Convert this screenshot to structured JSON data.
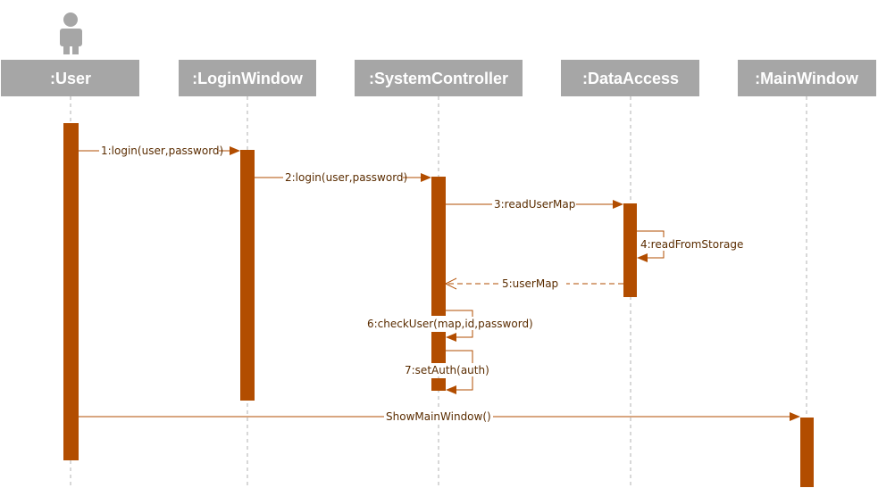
{
  "participants": [
    {
      "id": "user",
      "label": ":User",
      "is_actor": true
    },
    {
      "id": "loginwindow",
      "label": ":LoginWindow"
    },
    {
      "id": "systemcontroller",
      "label": ":SystemController"
    },
    {
      "id": "dataaccess",
      "label": ":DataAccess"
    },
    {
      "id": "mainwindow",
      "label": ":MainWindow"
    }
  ],
  "messages": [
    {
      "id": "m1",
      "label": "1:login(user,password)",
      "from": "user",
      "to": "loginwindow",
      "kind": "sync"
    },
    {
      "id": "m2",
      "label": "2:login(user,password)",
      "from": "loginwindow",
      "to": "systemcontroller",
      "kind": "sync"
    },
    {
      "id": "m3",
      "label": "3:readUserMap",
      "from": "systemcontroller",
      "to": "dataaccess",
      "kind": "sync"
    },
    {
      "id": "m4",
      "label": "4:readFromStorage",
      "from": "dataaccess",
      "to": "dataaccess",
      "kind": "self"
    },
    {
      "id": "m5",
      "label": "5:userMap",
      "from": "dataaccess",
      "to": "systemcontroller",
      "kind": "return"
    },
    {
      "id": "m6",
      "label": "6:checkUser(map,id,password)",
      "from": "systemcontroller",
      "to": "systemcontroller",
      "kind": "self"
    },
    {
      "id": "m7",
      "label": "7:setAuth(auth)",
      "from": "systemcontroller",
      "to": "systemcontroller",
      "kind": "self"
    },
    {
      "id": "m8",
      "label": "ShowMainWindow()",
      "from": "user",
      "to": "mainwindow",
      "kind": "sync"
    }
  ],
  "colors": {
    "header_bg": "#a6a6a6",
    "header_text": "#ffffff",
    "activation": "#b24d00",
    "lifeline": "#b0b0b0",
    "arrow": "#b24d00",
    "actor": "#a6a6a6"
  }
}
